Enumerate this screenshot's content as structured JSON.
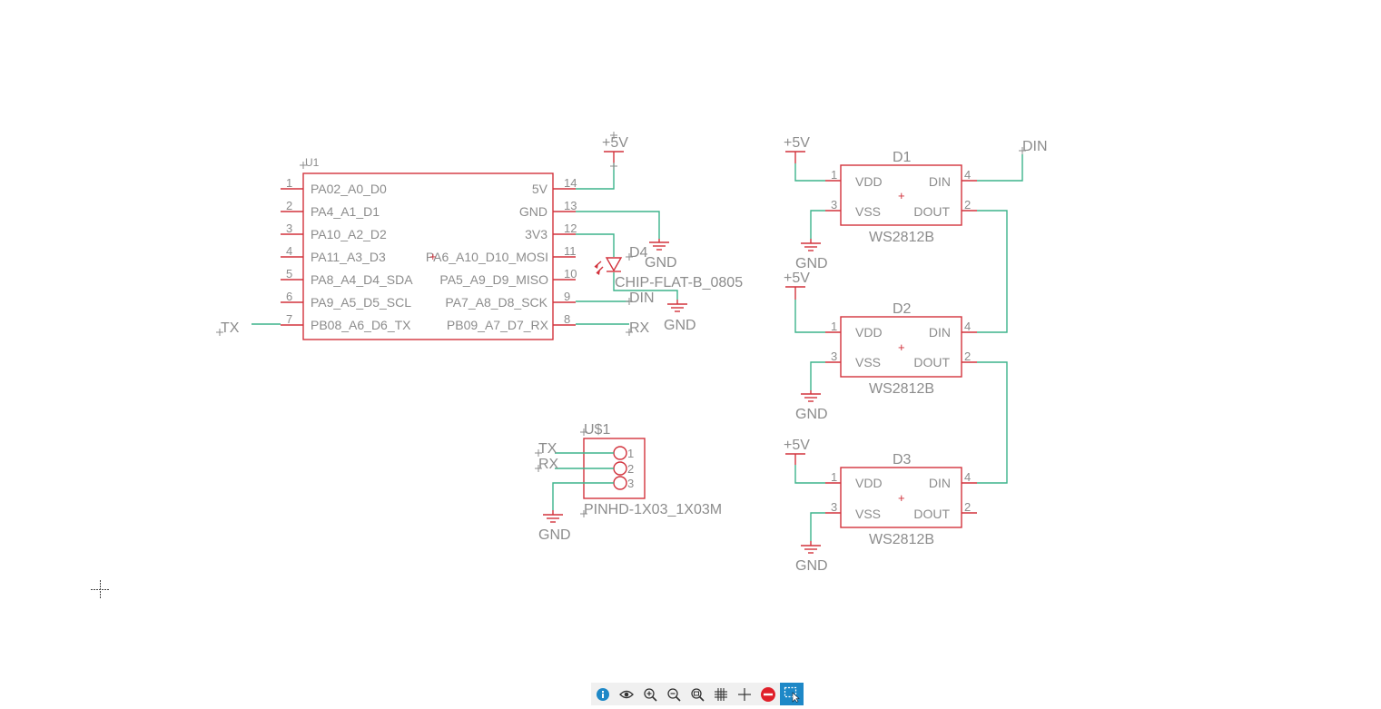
{
  "u1": {
    "ref": "U1",
    "left_pins": [
      {
        "num": "1",
        "name": "PA02_A0_D0"
      },
      {
        "num": "2",
        "name": "PA4_A1_D1"
      },
      {
        "num": "3",
        "name": "PA10_A2_D2"
      },
      {
        "num": "4",
        "name": "PA11_A3_D3"
      },
      {
        "num": "5",
        "name": "PA8_A4_D4_SDA"
      },
      {
        "num": "6",
        "name": "PA9_A5_D5_SCL"
      },
      {
        "num": "7",
        "name": "PB08_A6_D6_TX"
      }
    ],
    "right_pins": [
      {
        "num": "14",
        "name": "5V"
      },
      {
        "num": "13",
        "name": "GND"
      },
      {
        "num": "12",
        "name": "3V3"
      },
      {
        "num": "11",
        "name": "PA6_A10_D10_MOSI"
      },
      {
        "num": "10",
        "name": "PA5_A9_D9_MISO"
      },
      {
        "num": "9",
        "name": "PA7_A8_D8_SCK"
      },
      {
        "num": "8",
        "name": "PB09_A7_D7_RX"
      }
    ]
  },
  "nets": {
    "vcc": "+5V",
    "gnd": "GND",
    "tx": "TX",
    "rx": "RX",
    "din": "DIN"
  },
  "d4": {
    "ref": "D4",
    "value": "CHIP-FLAT-B_0805"
  },
  "leds": [
    {
      "ref": "D1",
      "value": "WS2812B"
    },
    {
      "ref": "D2",
      "value": "WS2812B"
    },
    {
      "ref": "D3",
      "value": "WS2812B"
    }
  ],
  "led_pins": {
    "vdd": "VDD",
    "vss": "VSS",
    "din": "DIN",
    "dout": "DOUT",
    "n1": "1",
    "n3": "3",
    "n4": "4",
    "n2": "2"
  },
  "header": {
    "ref": "U$1",
    "value": "PINHD-1X03_1X03M",
    "pins": [
      "1",
      "2",
      "3"
    ]
  },
  "toolbar": {
    "buttons": [
      "info-icon",
      "eye-icon",
      "zoom-in-icon",
      "zoom-out-icon",
      "zoom-fit-icon",
      "grid-icon",
      "crosshair-icon",
      "stop-icon",
      "select-icon"
    ],
    "active": "select-icon",
    "colors": {
      "active_bg": "#1e88c7",
      "info": "#1e88c7",
      "stop": "#e0202a"
    }
  },
  "colors": {
    "symbol": "#d2323c",
    "wire": "#3db48c",
    "text": "#8c8c8c"
  }
}
